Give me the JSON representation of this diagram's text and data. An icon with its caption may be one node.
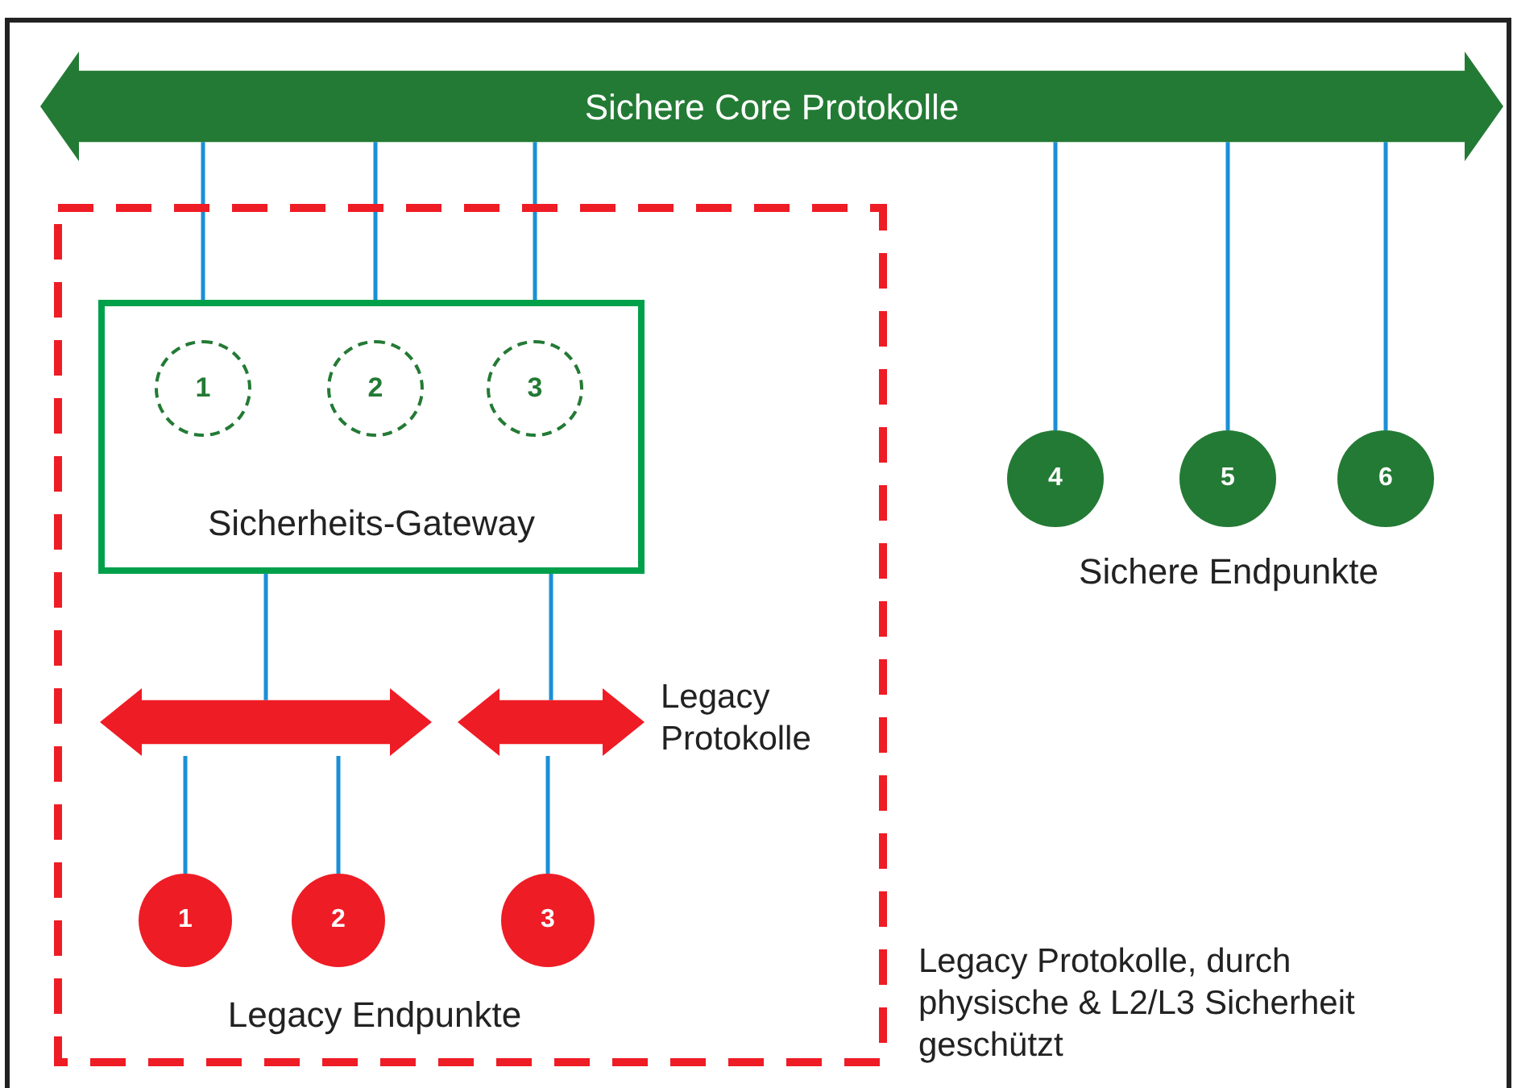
{
  "diagram": {
    "nodes": [
      {
        "text": [
          "Sichere Core Protokolle"
        ]
      },
      {
        "text": [],
        "shape": "box",
        "beside": [
          "Legacy Protokolle, durch physische & L2/L3 Sicherheit geschützt"
        ]
      },
      {
        "text": [
          "Sicherheits-Gateway"
        ],
        "in": 1
      },
      {
        "text": [
          "1"
        ],
        "in": 2
      },
      {
        "text": [
          "2"
        ],
        "in": 2
      },
      {
        "text": [
          "3"
        ],
        "in": 2
      },
      {
        "text": [],
        "shape": "bar",
        "in": 1
      },
      {
        "text": [],
        "shape": "bar",
        "in": 1,
        "beside": [
          "Legacy Protokolle"
        ]
      },
      {
        "text": [
          "1"
        ],
        "in": 1
      },
      {
        "text": [
          "2"
        ],
        "in": 1
      },
      {
        "text": [
          "3"
        ],
        "in": 1
      },
      {
        "text": [
          "4"
        ]
      },
      {
        "text": [
          "5"
        ]
      },
      {
        "text": [
          "6"
        ]
      }
    ],
    "edges": [
      {
        "from": 0,
        "to": 3,
        "arrow": "none"
      },
      {
        "from": 0,
        "to": 4,
        "arrow": "none"
      },
      {
        "from": 0,
        "to": 5,
        "arrow": "none"
      },
      {
        "from": 0,
        "to": 11,
        "arrow": "none"
      },
      {
        "from": 0,
        "to": 12,
        "arrow": "none"
      },
      {
        "from": 0,
        "to": 13,
        "arrow": "none"
      },
      {
        "from": 2,
        "to": 6,
        "arrow": "none"
      },
      {
        "from": 2,
        "to": 7,
        "arrow": "none"
      },
      {
        "from": 6,
        "to": 8,
        "arrow": "none"
      },
      {
        "from": 6,
        "to": 9,
        "arrow": "none"
      },
      {
        "from": 7,
        "to": 10,
        "arrow": "none"
      }
    ],
    "labels": [
      "Legacy Endpunkte",
      "Sichere Endpunkte"
    ]
  }
}
